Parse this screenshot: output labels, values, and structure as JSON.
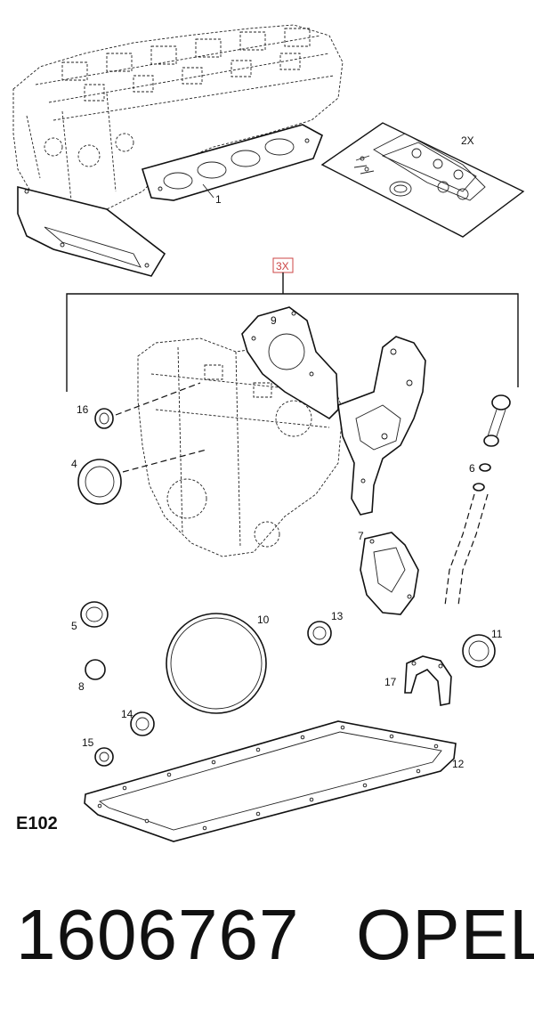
{
  "diagram": {
    "code": "E102",
    "part_number": "1606767",
    "brand": "OPEL",
    "quantity_notes": {
      "top_kit": "2X",
      "set": "3X"
    },
    "callouts": [
      "1",
      "4",
      "5",
      "6",
      "7",
      "8",
      "9",
      "10",
      "11",
      "12",
      "13",
      "14",
      "15",
      "16",
      "17"
    ]
  }
}
